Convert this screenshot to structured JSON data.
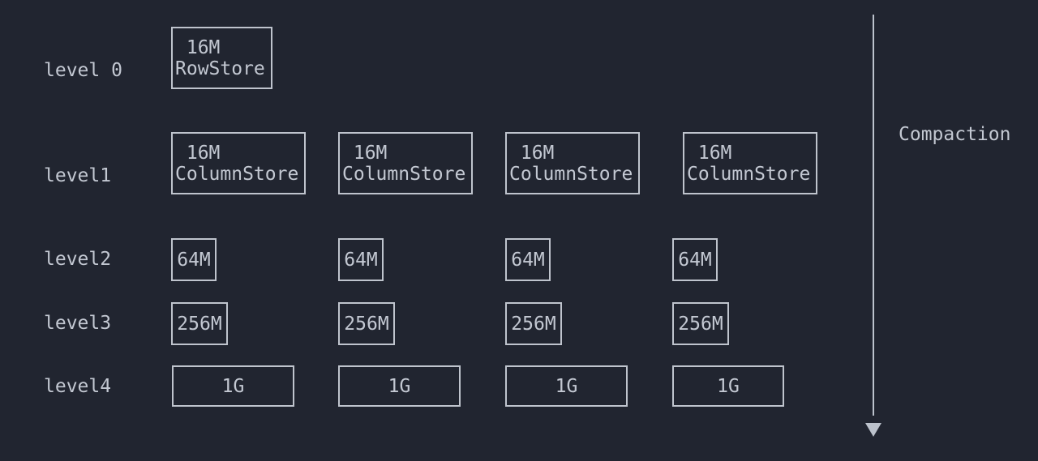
{
  "colors": {
    "background": "#212530",
    "box_border": "#bfc4cd",
    "text": "#c3c8d2",
    "arrow": "#bcc2cc"
  },
  "levels": [
    {
      "label": "level 0",
      "boxes": [
        " 16M\nRowStore"
      ]
    },
    {
      "label": "level1",
      "boxes": [
        " 16M\nColumnStore",
        " 16M\nColumnStore",
        " 16M\nColumnStore",
        " 16M\nColumnStore"
      ]
    },
    {
      "label": "level2",
      "boxes": [
        "64M",
        "64M",
        "64M",
        "64M"
      ]
    },
    {
      "label": "level3",
      "boxes": [
        "256M",
        "256M",
        "256M",
        "256M"
      ]
    },
    {
      "label": "level4",
      "boxes": [
        "1G",
        "1G",
        "1G",
        "1G"
      ]
    }
  ],
  "compaction": {
    "label": "Compaction",
    "arrow_icon": "arrow-down-triangle"
  }
}
